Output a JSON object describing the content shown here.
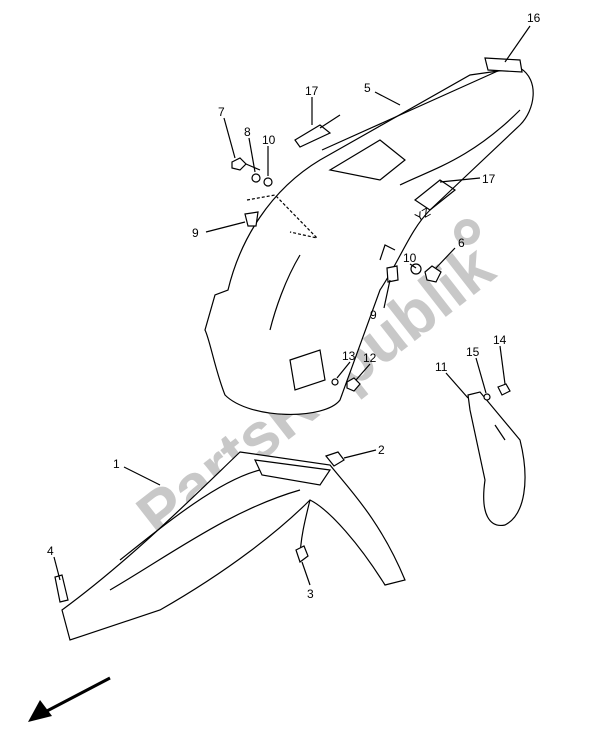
{
  "diagram": {
    "watermark": "PartsRepublik",
    "labels": {
      "l16": "16",
      "l5": "5",
      "l17a": "17",
      "l7": "7",
      "l8": "8",
      "l10a": "10",
      "l9a": "9",
      "l17b": "17",
      "l10b": "10",
      "l6": "6",
      "l9b": "9",
      "l13": "13",
      "l12": "12",
      "l14": "14",
      "l15": "15",
      "l11": "11",
      "l2": "2",
      "l1": "1",
      "l4": "4",
      "l3": "3"
    },
    "decal_text": "YZ",
    "colors": {
      "line": "#000000",
      "watermark": "#c8c8c8"
    }
  }
}
